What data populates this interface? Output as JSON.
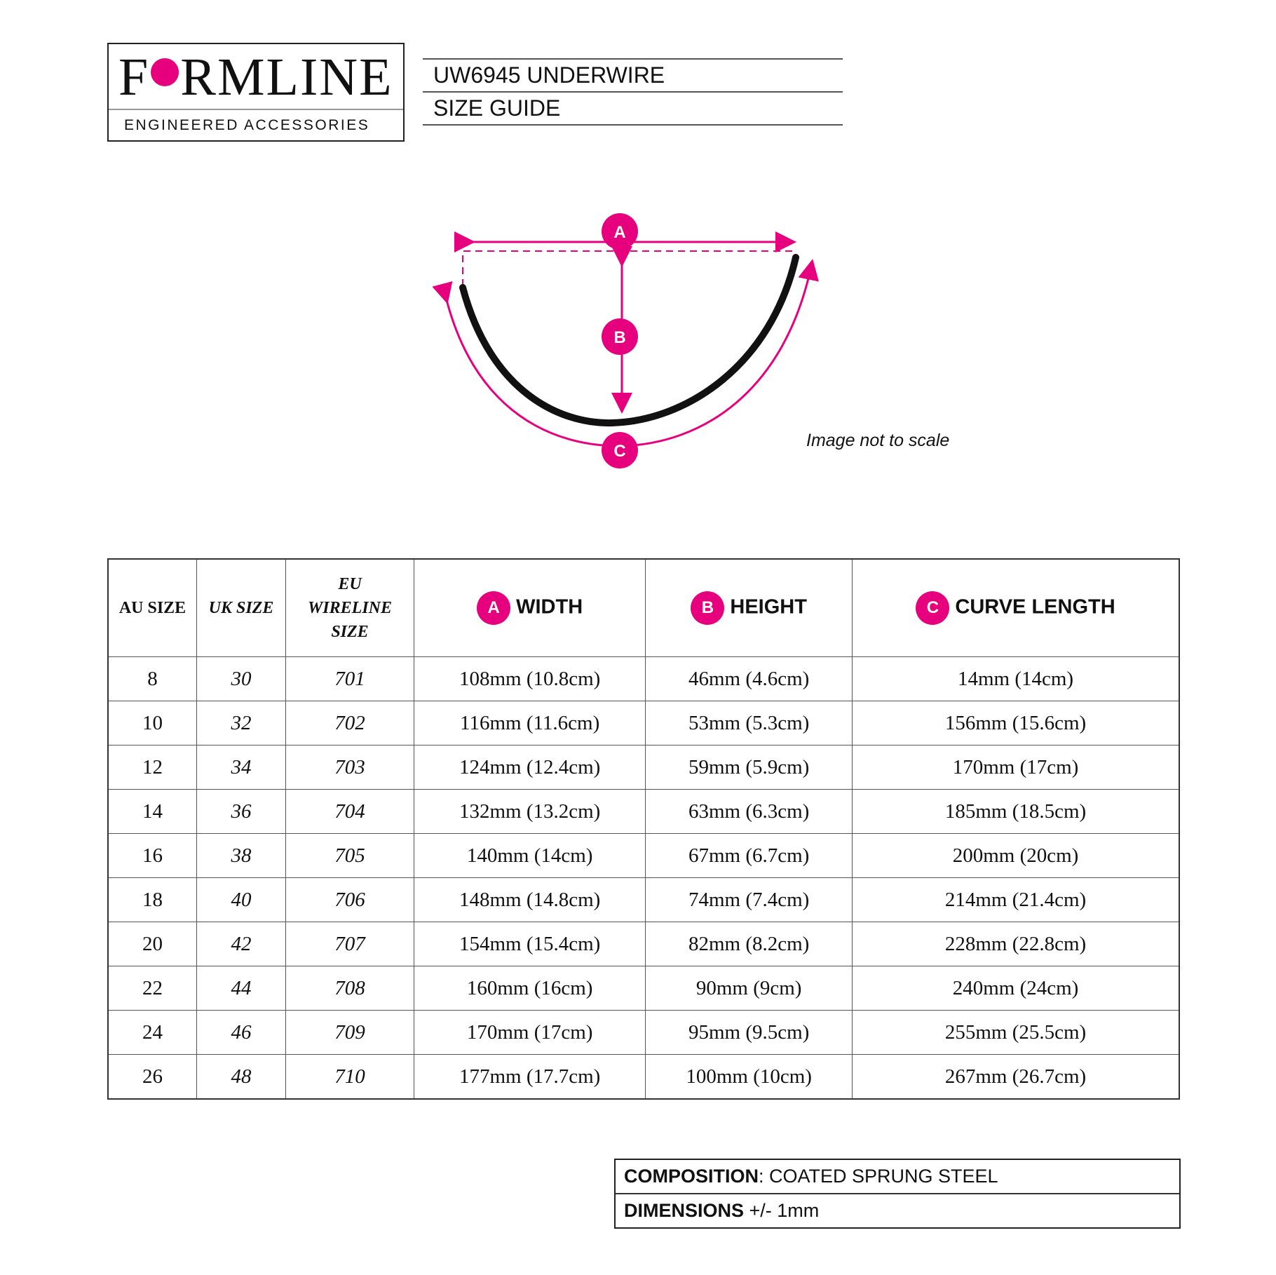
{
  "logo": {
    "brand_pre": "F",
    "brand_post": "RMLINE",
    "tagline": "ENGINEERED ACCESSORIES"
  },
  "header": {
    "title": "UW6945 UNDERWIRE",
    "subtitle": "SIZE GUIDE"
  },
  "diagram": {
    "labels": [
      "A",
      "B",
      "C"
    ],
    "note": "Image not to scale",
    "accent": "#e6007e"
  },
  "table": {
    "headers": {
      "au": "AU SIZE",
      "uk": "UK SIZE",
      "eu": [
        "EU",
        "WIRELINE",
        "SIZE"
      ],
      "width": {
        "badge": "A",
        "label": "WIDTH"
      },
      "height": {
        "badge": "B",
        "label": "HEIGHT"
      },
      "curve": {
        "badge": "C",
        "label": "CURVE LENGTH"
      }
    },
    "rows": [
      [
        "8",
        "30",
        "701",
        "108mm (10.8cm)",
        "46mm (4.6cm)",
        "14mm (14cm)"
      ],
      [
        "10",
        "32",
        "702",
        "116mm (11.6cm)",
        "53mm (5.3cm)",
        "156mm (15.6cm)"
      ],
      [
        "12",
        "34",
        "703",
        "124mm (12.4cm)",
        "59mm (5.9cm)",
        "170mm (17cm)"
      ],
      [
        "14",
        "36",
        "704",
        "132mm (13.2cm)",
        "63mm (6.3cm)",
        "185mm (18.5cm)"
      ],
      [
        "16",
        "38",
        "705",
        "140mm (14cm)",
        "67mm (6.7cm)",
        "200mm (20cm)"
      ],
      [
        "18",
        "40",
        "706",
        "148mm (14.8cm)",
        "74mm (7.4cm)",
        "214mm (21.4cm)"
      ],
      [
        "20",
        "42",
        "707",
        "154mm (15.4cm)",
        "82mm (8.2cm)",
        "228mm (22.8cm)"
      ],
      [
        "22",
        "44",
        "708",
        "160mm (16cm)",
        "90mm (9cm)",
        "240mm (24cm)"
      ],
      [
        "24",
        "46",
        "709",
        "170mm (17cm)",
        "95mm (9.5cm)",
        "255mm (25.5cm)"
      ],
      [
        "26",
        "48",
        "710",
        "177mm (17.7cm)",
        "100mm (10cm)",
        "267mm (26.7cm)"
      ]
    ]
  },
  "footer": {
    "composition_label": "COMPOSITION",
    "composition_value": ": COATED SPRUNG STEEL",
    "dimensions_label": "DIMENSIONS",
    "dimensions_value": " +/- 1mm"
  }
}
